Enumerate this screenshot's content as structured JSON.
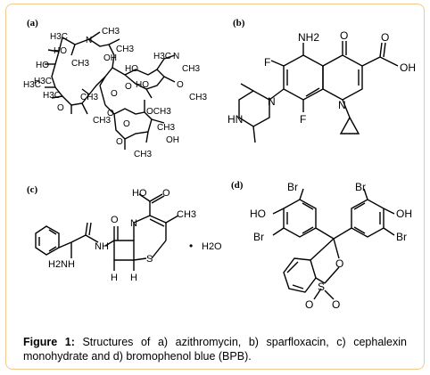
{
  "panels": {
    "a": {
      "label": "(a)"
    },
    "b": {
      "label": "(b)"
    },
    "c": {
      "label": "(c)"
    },
    "d": {
      "label": "(d)"
    }
  },
  "structure_a_atoms": [
    "H3C",
    "HO",
    "CH3",
    "N",
    "HO",
    "CH3",
    "OH",
    "H3C",
    "H3C",
    "N",
    "CH3",
    "O",
    "HO",
    "HO",
    "O",
    "CH3",
    "O",
    "CH3",
    "CH3",
    "O",
    "O",
    "OCH3",
    "O",
    "CH3",
    "CH3",
    "OH",
    "O",
    "CH3",
    "H3C",
    "H3C"
  ],
  "structure_b_atoms": [
    "NH2",
    "O",
    "F",
    "OH",
    "O",
    "N",
    "N",
    "HN",
    "F"
  ],
  "structure_c_atoms": [
    "HO",
    "O",
    "O",
    "N",
    "CH3",
    "NH",
    "H",
    "H",
    "S",
    "H2N",
    "H",
    "•",
    "H2O"
  ],
  "structure_d_atoms": [
    "Br",
    "Br",
    "HO",
    "OH",
    "Br",
    "Br",
    "O",
    "S",
    "O",
    "O"
  ],
  "caption": {
    "bold": "Figure 1:",
    "text": " Structures of a) azithromycin, b) sparfloxacin, c) cephalexin monohydrate and d) bromophenol blue (BPB)."
  }
}
